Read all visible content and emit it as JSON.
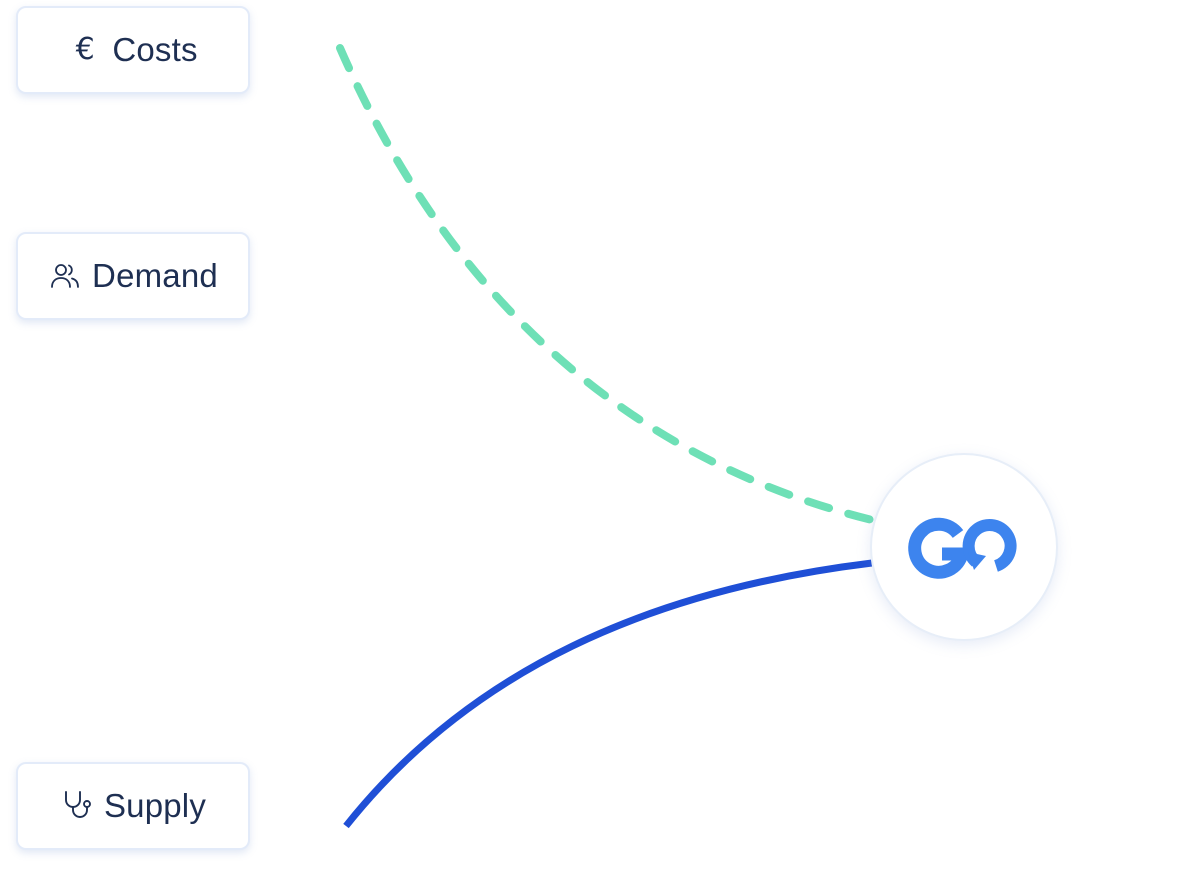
{
  "nodes": [
    {
      "id": "costs",
      "label": "Costs",
      "icon": "euro-icon",
      "glyph": "€"
    },
    {
      "id": "demand",
      "label": "Demand",
      "icon": "users-icon"
    },
    {
      "id": "supply",
      "label": "Supply",
      "icon": "stethoscope-icon"
    }
  ],
  "hub": {
    "icon": "go-logo-icon"
  },
  "connections": [
    {
      "from": "costs",
      "to": "hub",
      "style": "dashed",
      "color": "#6ee0b6"
    },
    {
      "from": "supply",
      "to": "hub",
      "style": "solid",
      "color": "#1f4fd6"
    }
  ],
  "colors": {
    "text": "#1e2f52",
    "pill_border": "#e3ebf9",
    "logo": "#3d84ee",
    "dashed_connector": "#6ee0b6",
    "solid_connector": "#1f4fd6"
  }
}
